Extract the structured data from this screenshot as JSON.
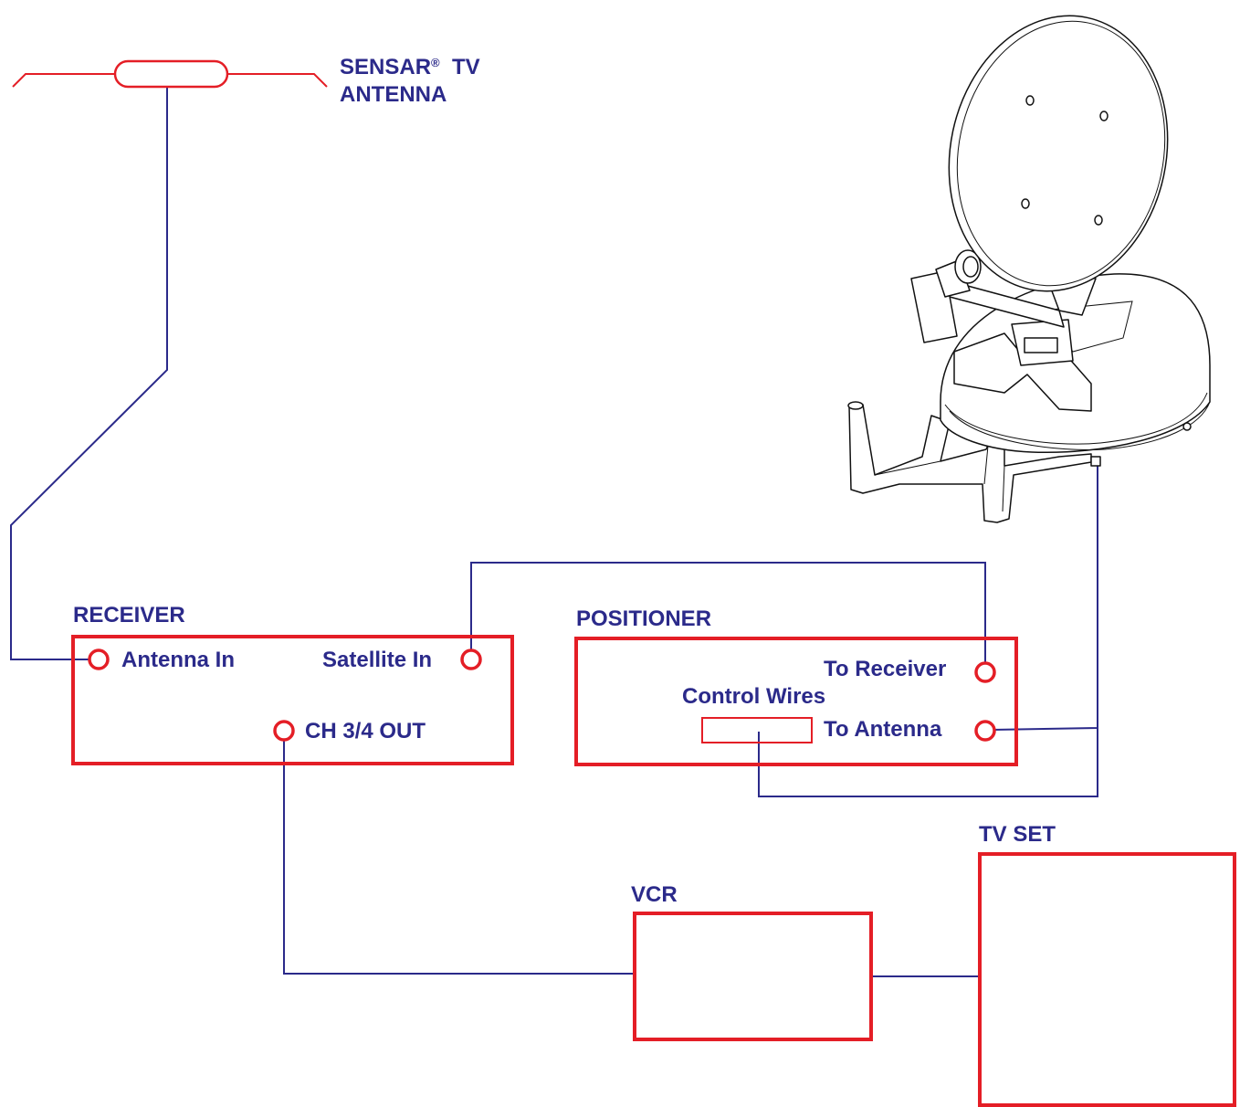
{
  "colors": {
    "label": "#2b2a8a",
    "wire": "#2b2a8a",
    "box": "#e41e26",
    "port": "#e41e26"
  },
  "antenna": {
    "line1": "SENSAR",
    "registered": "®",
    "line1_tail": "TV",
    "line2": "ANTENNA"
  },
  "receiver": {
    "title": "RECEIVER",
    "antenna_in": "Antenna In",
    "satellite_in": "Satellite In",
    "ch_out": "CH 3/4 OUT"
  },
  "positioner": {
    "title": "POSITIONER",
    "to_receiver": "To Receiver",
    "control_wires": "Control Wires",
    "to_antenna": "To Antenna"
  },
  "vcr": {
    "title": "VCR"
  },
  "tv": {
    "title": "TV SET"
  },
  "dish": {
    "icon": "satellite-dish-icon"
  }
}
